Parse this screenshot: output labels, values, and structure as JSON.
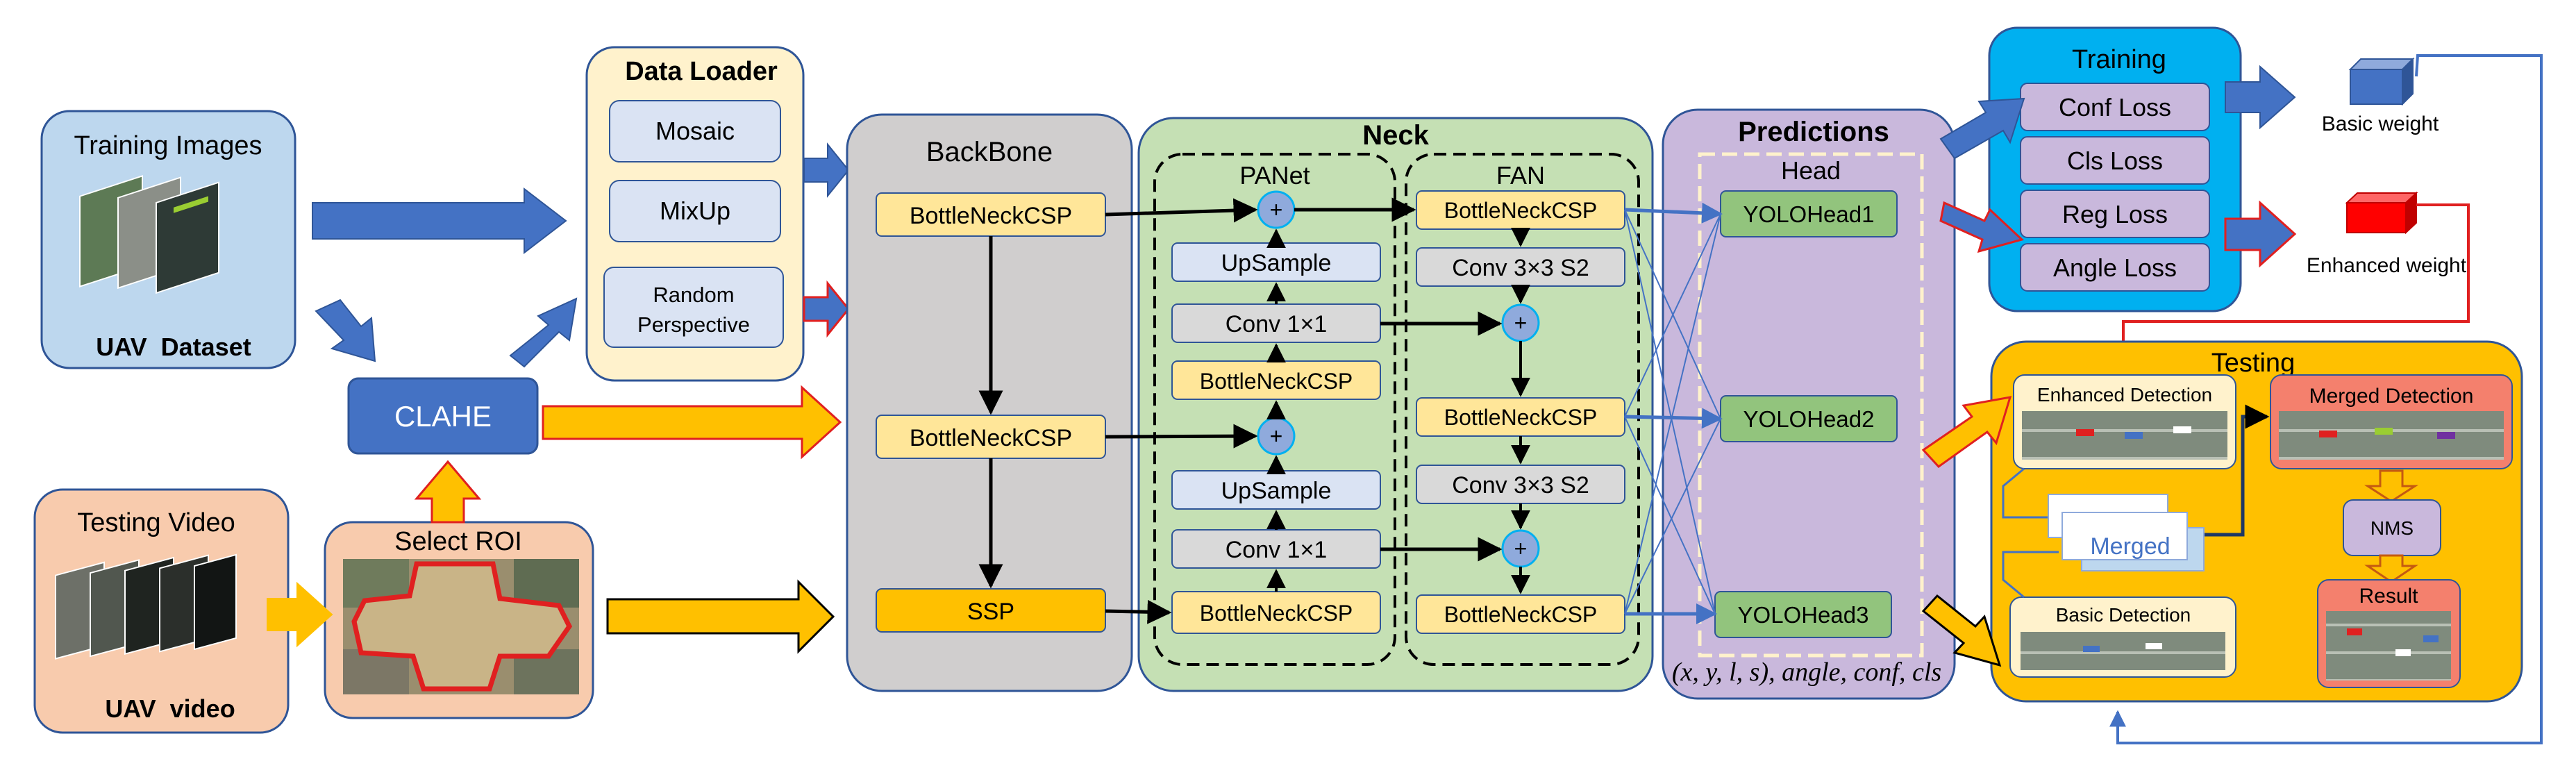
{
  "training": {
    "title": "Training Images",
    "dataset": "UAV  Dataset"
  },
  "testing_video": {
    "title": "Testing Video",
    "video": "UAV  video"
  },
  "clahe": "CLAHE",
  "select_roi": "Select ROI",
  "data_loader": {
    "title": "Data Loader",
    "mosaic": "Mosaic",
    "mixup": "MixUp",
    "random_1": "Random",
    "random_2": "Perspective"
  },
  "backbone": {
    "title": "BackBone",
    "csp1": "BottleNeckCSP",
    "csp2": "BottleNeckCSP",
    "ssp": "SSP"
  },
  "neck": {
    "title": "Neck",
    "panet": {
      "title": "PANet",
      "upsample1": "UpSample",
      "conv1": "Conv 1×1",
      "csp": "BottleNeckCSP",
      "upsample2": "UpSample",
      "conv2": "Conv 1×1",
      "csp_bottom": "BottleNeckCSP"
    },
    "fan": {
      "title": "FAN",
      "csp1": "BottleNeckCSP",
      "conv1": "Conv 3×3 S2",
      "csp2": "BottleNeckCSP",
      "conv2": "Conv 3×3 S2",
      "csp3": "BottleNeckCSP"
    },
    "plus": "+"
  },
  "predictions": {
    "title": "Predictions",
    "head": "Head",
    "head1": "YOLOHead1",
    "head2": "YOLOHead2",
    "head3": "YOLOHead3",
    "output": "(x, y, l, s), angle, conf, cls"
  },
  "training_losses": {
    "title": "Training",
    "conf": "Conf Loss",
    "cls": "Cls Loss",
    "reg": "Reg Loss",
    "angle": "Angle Loss"
  },
  "weights": {
    "basic": "Basic weight",
    "enhanced": "Enhanced weight"
  },
  "testing": {
    "title": "Testing",
    "enhanced_detection": "Enhanced Detection",
    "basic_detection": "Basic Detection",
    "merged": "Merged",
    "merged_detection": "Merged Detection",
    "nms": "NMS",
    "result": "Result"
  },
  "colors": {
    "blue_arrow": "#4472c4",
    "orange_arrow": "#ffc000",
    "red_outline": "#e02020",
    "backbone_bg": "#d0cece",
    "neck_bg": "#c5e0b4",
    "predictions_bg": "#c9b8dc",
    "training_bg": "#00b0f0",
    "testing_bg": "#ffc000",
    "node_yellow": "#ffe699",
    "node_blue": "#dae3f3",
    "head_green": "#92c47d"
  }
}
